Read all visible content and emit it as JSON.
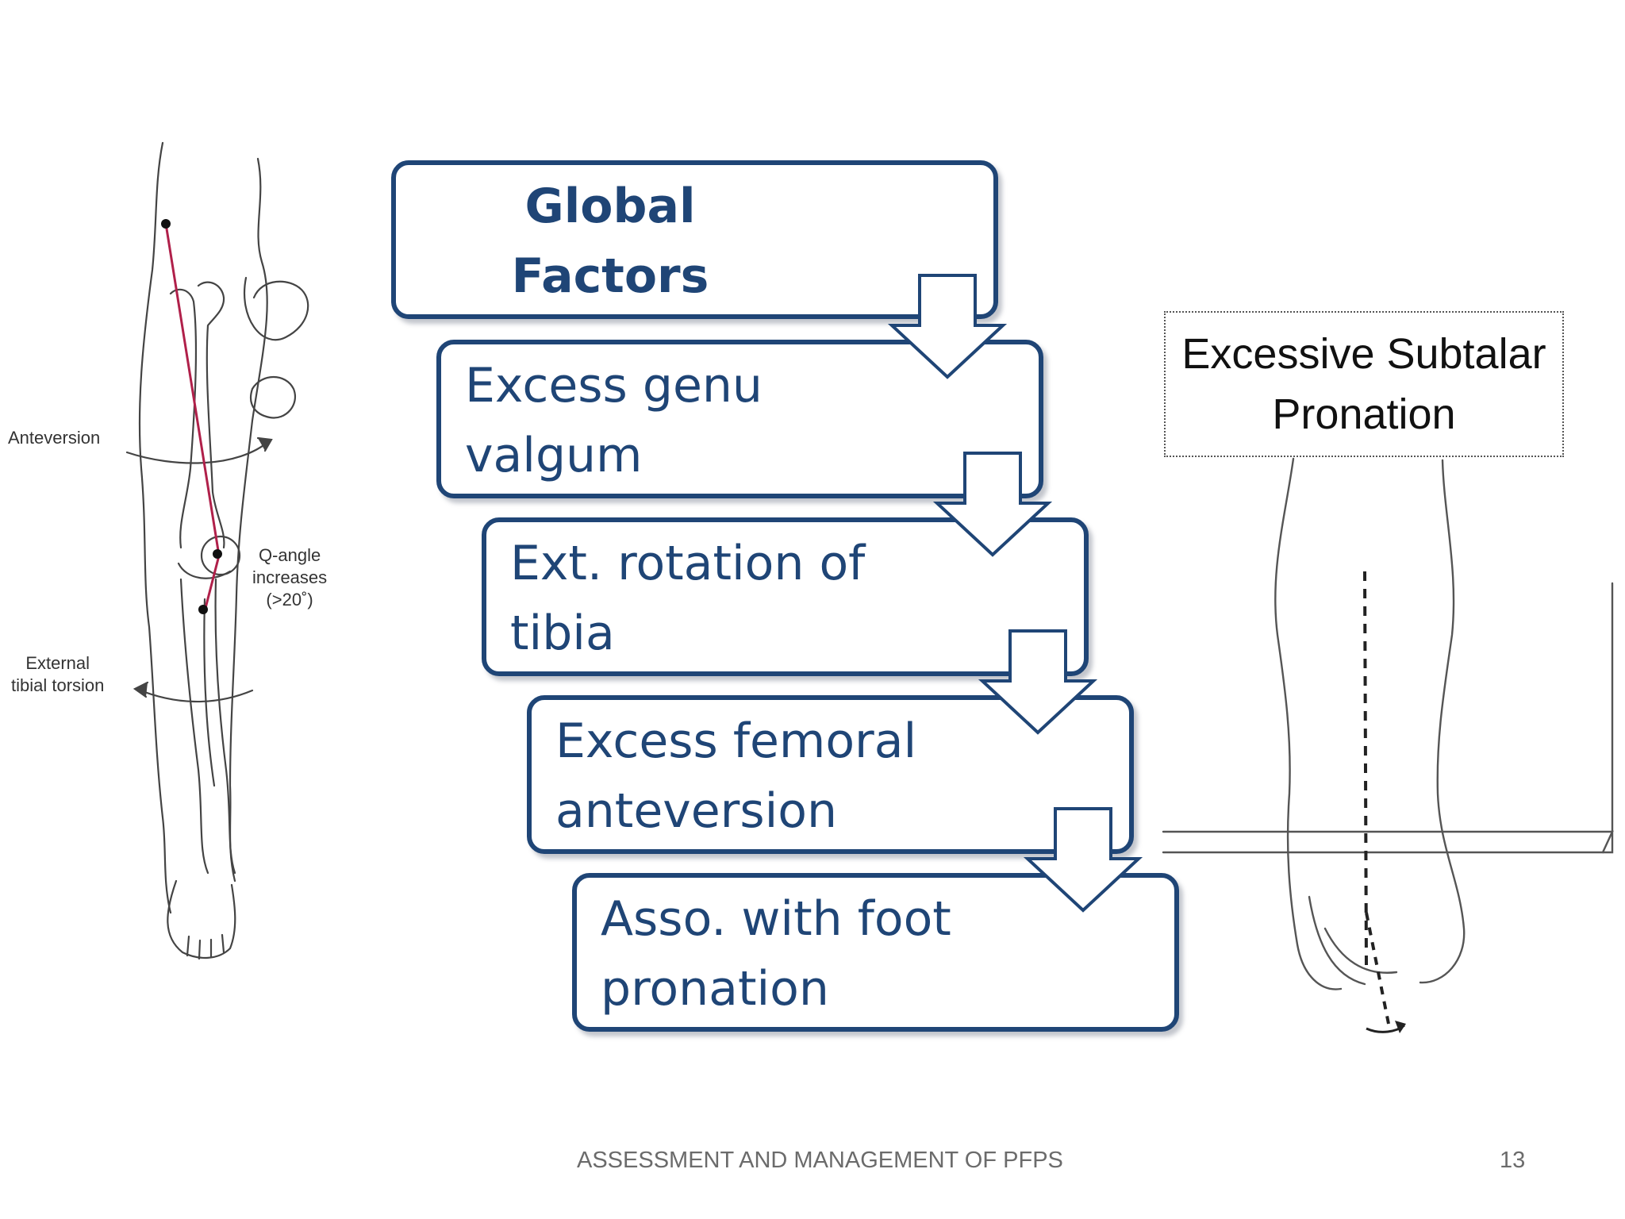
{
  "left_figure": {
    "labels": {
      "anteversion": "Anteversion",
      "q_angle": "Q-angle\nincreases\n(>20˚)",
      "external_tibial_torsion": "External\ntibial torsion"
    }
  },
  "flow": {
    "steps": [
      {
        "text": "Global\nFactors"
      },
      {
        "text": "Excess genu\nvalgum"
      },
      {
        "text": "Ext. rotation of\ntibia"
      },
      {
        "text": "Excess femoral\nanteversion"
      },
      {
        "text": "Asso. with foot\npronation"
      }
    ]
  },
  "right_figure": {
    "callout": "Excessive Subtalar\nPronation"
  },
  "footer": {
    "title": "ASSESSMENT AND MANAGEMENT OF PFPS",
    "page_number": "13"
  },
  "colors": {
    "box_border": "#1f4576",
    "box_text": "#1f4576",
    "arrow_fill": "#ffffff",
    "q_angle_line": "#b0204a"
  }
}
